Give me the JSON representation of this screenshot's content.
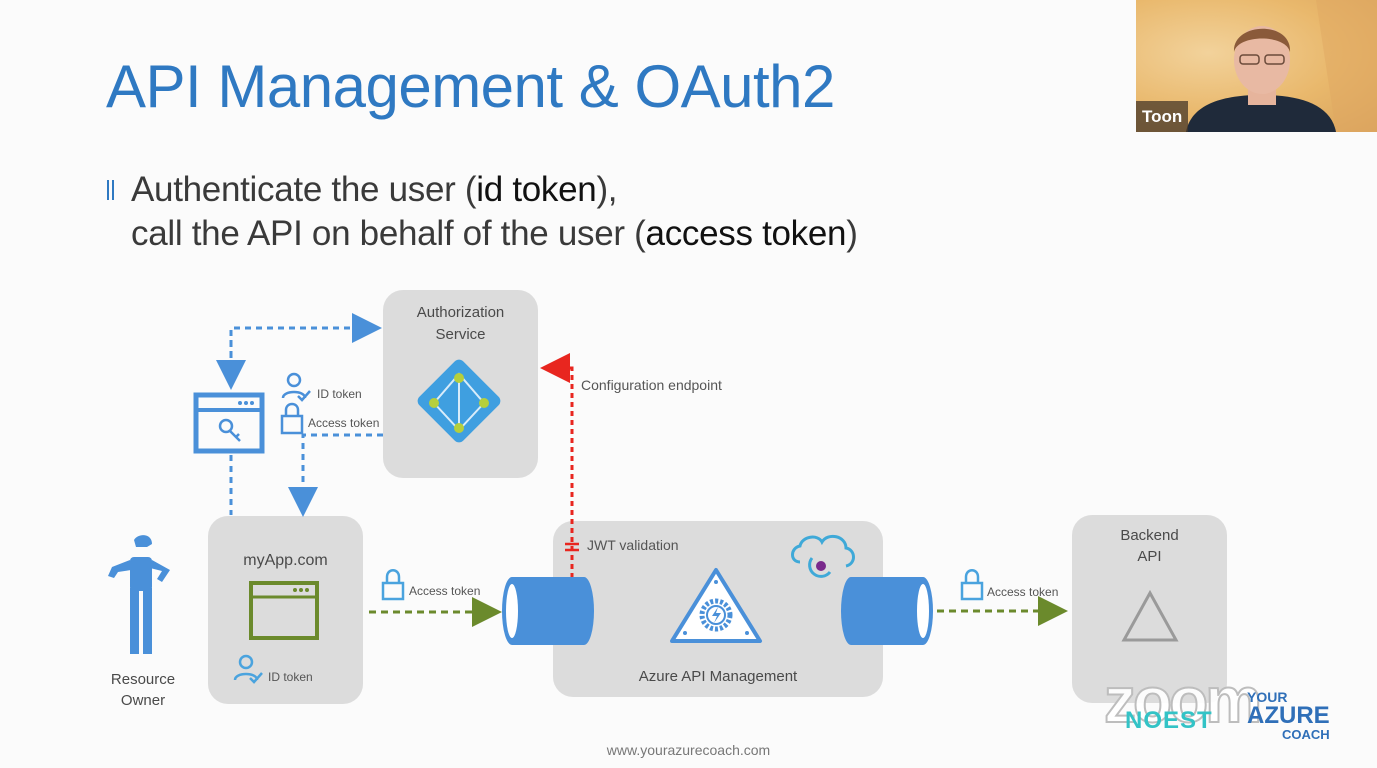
{
  "slide": {
    "title": "API Management & OAuth2",
    "bullet": {
      "line1_prefix": "Authenticate the user (",
      "line1_emph": "id token",
      "line1_suffix": "),",
      "line2_prefix": "call the API on behalf of the user (",
      "line2_emph": "access token",
      "line2_suffix": ")"
    },
    "footer_url": "www.yourazurecoach.com"
  },
  "diagram": {
    "authorization_service": {
      "line1": "Authorization",
      "line2": "Service"
    },
    "id_token_label": "ID token",
    "access_token_label": "Access token",
    "configuration_endpoint": "Configuration endpoint",
    "resource_owner": {
      "line1": "Resource",
      "line2": "Owner"
    },
    "myapp": {
      "title": "myApp.com",
      "id_token_label": "ID token"
    },
    "client_to_apim_label": "Access token",
    "apim": {
      "title": "Azure API Management",
      "jwt_label": "JWT validation"
    },
    "apim_to_backend_label": "Access token",
    "backend": {
      "line1": "Backend",
      "line2": "API"
    },
    "colors": {
      "blue": "#4a90d9",
      "green": "#6b8a2c",
      "red": "#e8261f",
      "box": "#dcdcdc",
      "title": "#2f79c2"
    }
  },
  "video": {
    "participant_name": "Toon"
  },
  "watermarks": {
    "zoom": "zoom",
    "noest": "NOEST",
    "yourazurecoach": {
      "line1": "YOUR",
      "line2": "AZURE",
      "line3": "COACH"
    }
  }
}
